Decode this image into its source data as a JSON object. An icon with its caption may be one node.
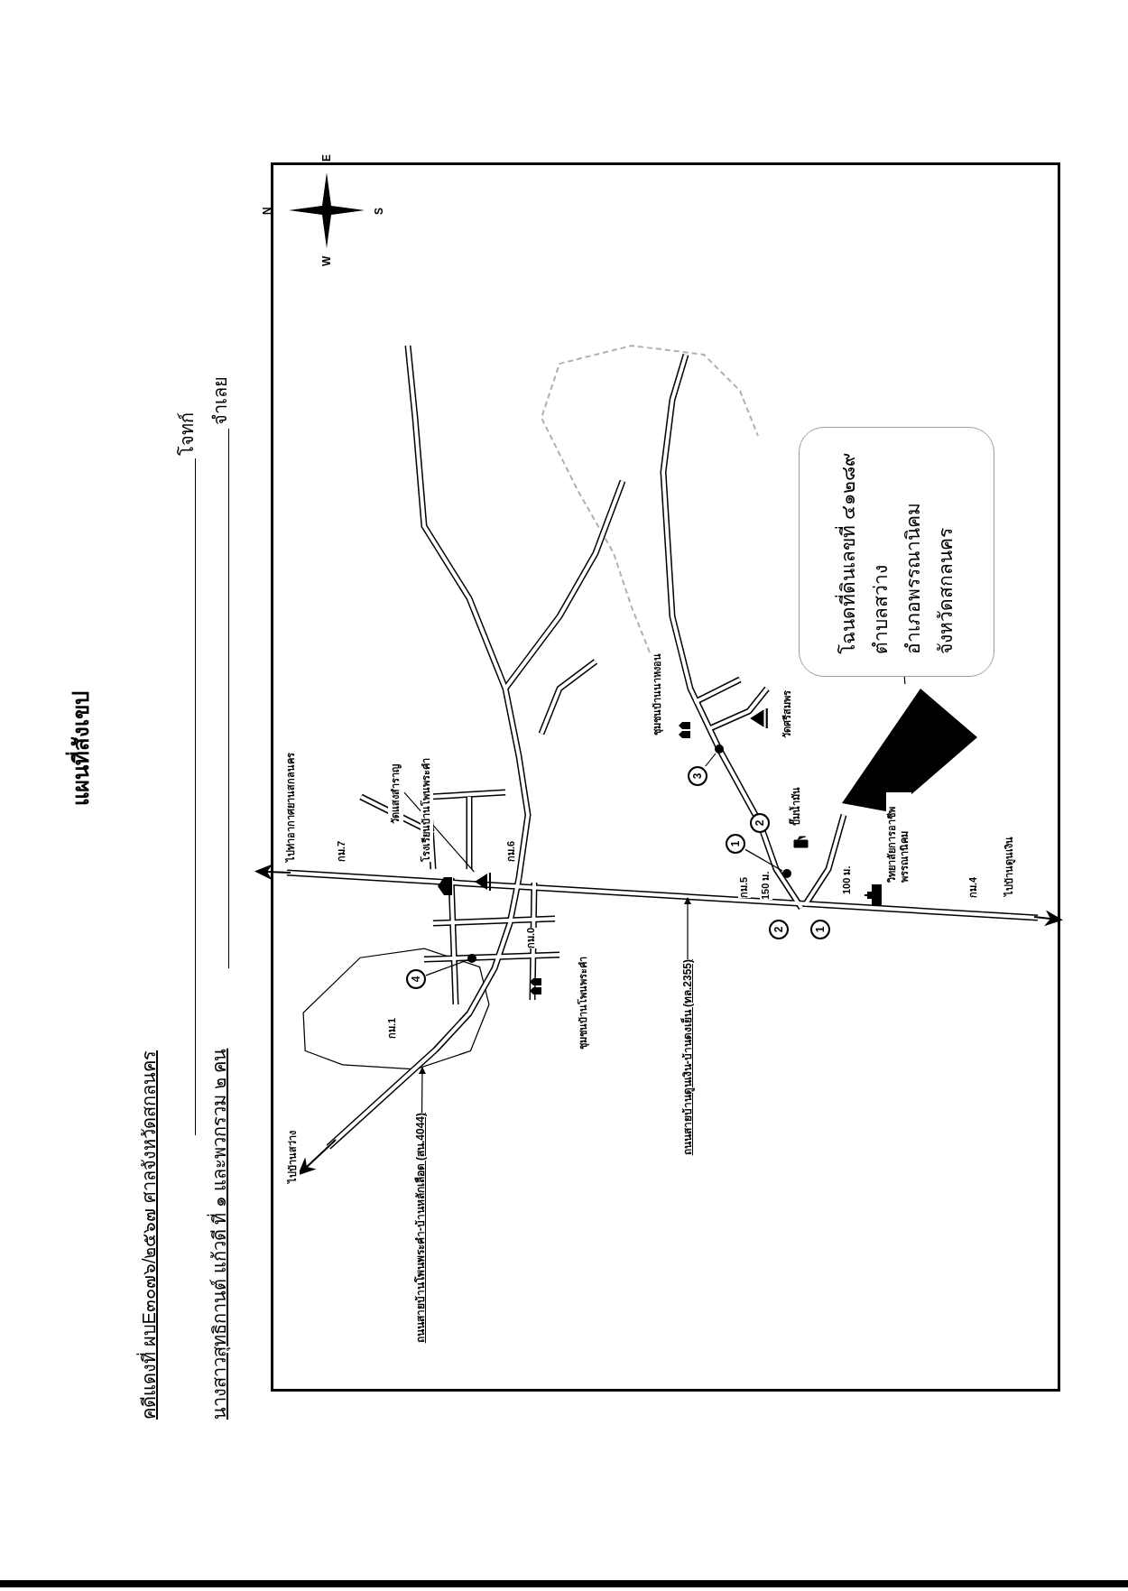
{
  "diagram": {
    "title": "แผนที่สังเขป",
    "nodes": [
      {
        "text": [
          "โฉนดที่ดินเลขที่ ๔๑๒๘๙",
          "ตำบลสว่าง",
          "อำเภอพรรณานิคม",
          "จังหวัดสกลนคร"
        ]
      },
      {
        "text": [],
        "shape": "polygon"
      },
      {
        "text": [
          "1"
        ]
      },
      {
        "text": [],
        "shape": "circle"
      },
      {
        "text": [
          "3"
        ]
      },
      {
        "text": [],
        "shape": "circle"
      },
      {
        "text": [
          "4"
        ]
      },
      {
        "text": [],
        "shape": "circle"
      },
      {
        "text": [
          "วัดแสงสำราญ"
        ]
      },
      {
        "text": [],
        "shape": "picture"
      },
      {
        "text": [
          "ถนนสายบ้านโพนพระคำ-บ้านหลักเลือด (สน.4044)"
        ]
      },
      {
        "text": [
          "ถนนสายบ้านดูนเงิน-บ้านดงเย็น (ทล.2355)"
        ]
      },
      {
        "text": [
          "2"
        ]
      },
      {
        "text": [
          "2"
        ]
      },
      {
        "text": [
          "1"
        ]
      }
    ],
    "edges": [
      {
        "from": 0,
        "to": 1,
        "arrow": "none"
      },
      {
        "from": 2,
        "to": 3,
        "arrow": "none"
      },
      {
        "from": 4,
        "to": 5,
        "arrow": "none"
      },
      {
        "from": 6,
        "to": 7,
        "arrow": "none"
      },
      {
        "from": 8,
        "to": 9,
        "arrow": "none"
      },
      {
        "from": 10,
        "to": null,
        "arrow": "to"
      },
      {
        "from": 11,
        "to": null,
        "arrow": "to"
      }
    ],
    "labels": [
      "คดีแดงที่ ผบE๓๐๗๖/๒๕๖๗ ศาลจังหวัดสกลนคร",
      "นางสาวสุทธิกานต์ แก้วดี ที่ ๑ และพวกรวม ๒ คน",
      "โจทก์",
      "จำเลย",
      "N",
      "E",
      "W",
      "S",
      "ไปบ้านสว่าง",
      "กม.1",
      "ไปท่าอากาศยานสกลนคร",
      "กม.7",
      "โรงเรียนบ้านโพนพระคำ",
      "กม.6",
      "กม.0",
      "ชุมชนบ้านโพนพระคำ",
      "ชุมชนบ้านนาหงอน",
      "วัดศรีสมพร",
      "ปั๊มน้ำมัน",
      "กม.5",
      "150 ม.",
      "100 ม.",
      "วิทยาลัยการอาชีพ พรรณานิคม",
      "กม.4",
      "ไปบ้านดูนเงิน"
    ]
  }
}
